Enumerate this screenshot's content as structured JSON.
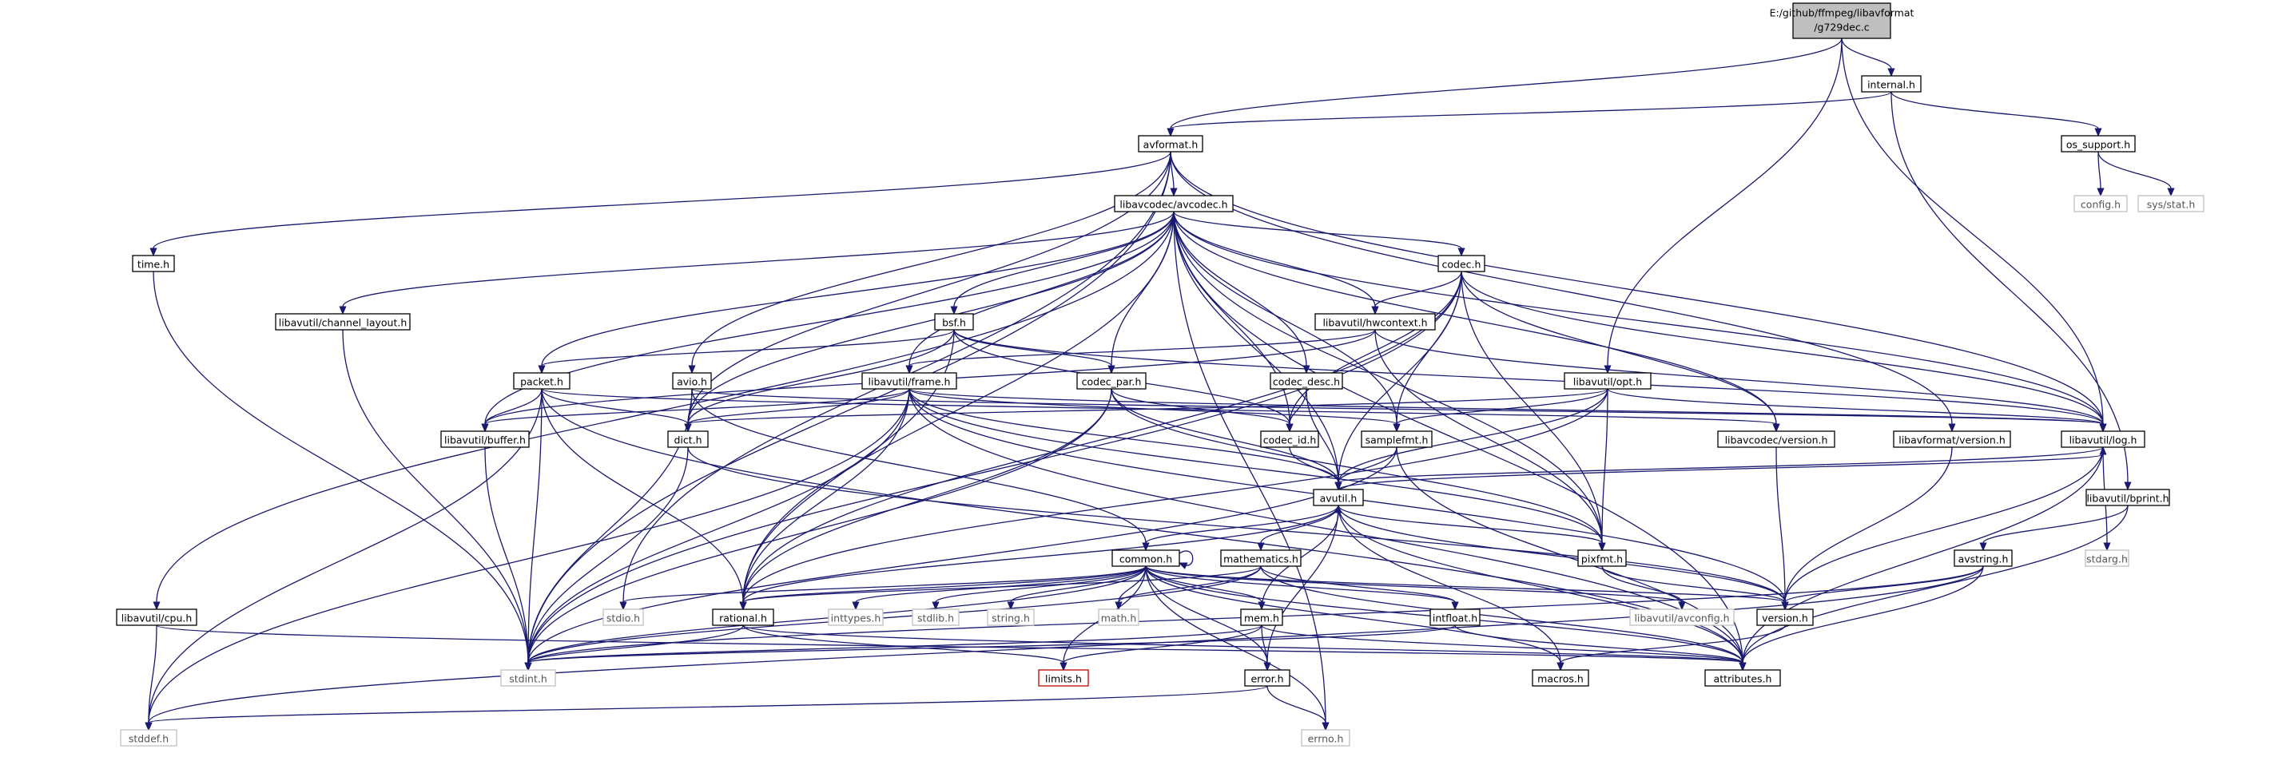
{
  "root": {
    "lines": [
      "E:/github/ffmpeg/libavformat",
      "/g729dec.c"
    ]
  },
  "nodes": {
    "internal": "internal.h",
    "avformat": "avformat.h",
    "os_support": "os_support.h",
    "config": "config.h",
    "sysstat": "sys/stat.h",
    "avcodec": "libavcodec/avcodec.h",
    "time": "time.h",
    "channel_layout": "libavutil/channel_layout.h",
    "codec": "codec.h",
    "hwcontext": "libavutil/hwcontext.h",
    "bsf": "bsf.h",
    "codec_desc": "codec_desc.h",
    "opt": "libavutil/opt.h",
    "packet": "packet.h",
    "avio": "avio.h",
    "frame": "libavutil/frame.h",
    "codec_par": "codec_par.h",
    "avbuffer": "libavutil/buffer.h",
    "dict": "dict.h",
    "codec_id": "codec_id.h",
    "samplefmt": "samplefmt.h",
    "avcversion": "libavcodec/version.h",
    "lavfversion": "libavformat/version.h",
    "log": "libavutil/log.h",
    "avutil": "avutil.h",
    "bprint": "libavutil/bprint.h",
    "common": "common.h",
    "mathematics": "mathematics.h",
    "pixfmt": "pixfmt.h",
    "avstring": "avstring.h",
    "stdarg": "stdarg.h",
    "cpu": "libavutil/cpu.h",
    "stdio": "stdio.h",
    "rational": "rational.h",
    "inttypes": "inttypes.h",
    "stdlib": "stdlib.h",
    "string": "string.h",
    "math": "math.h",
    "mem": "mem.h",
    "intfloat": "intfloat.h",
    "avconfig": "libavutil/avconfig.h",
    "version": "version.h",
    "stdint": "stdint.h",
    "limits": "limits.h",
    "error": "error.h",
    "macros": "macros.h",
    "attributes": "attributes.h",
    "stddef": "stddef.h",
    "errno": "errno.h"
  },
  "colors": {
    "edge": "#191970",
    "root_fill": "#bfbfbf",
    "external_border": "#bfbfbf",
    "missing_border": "#bf0000"
  }
}
